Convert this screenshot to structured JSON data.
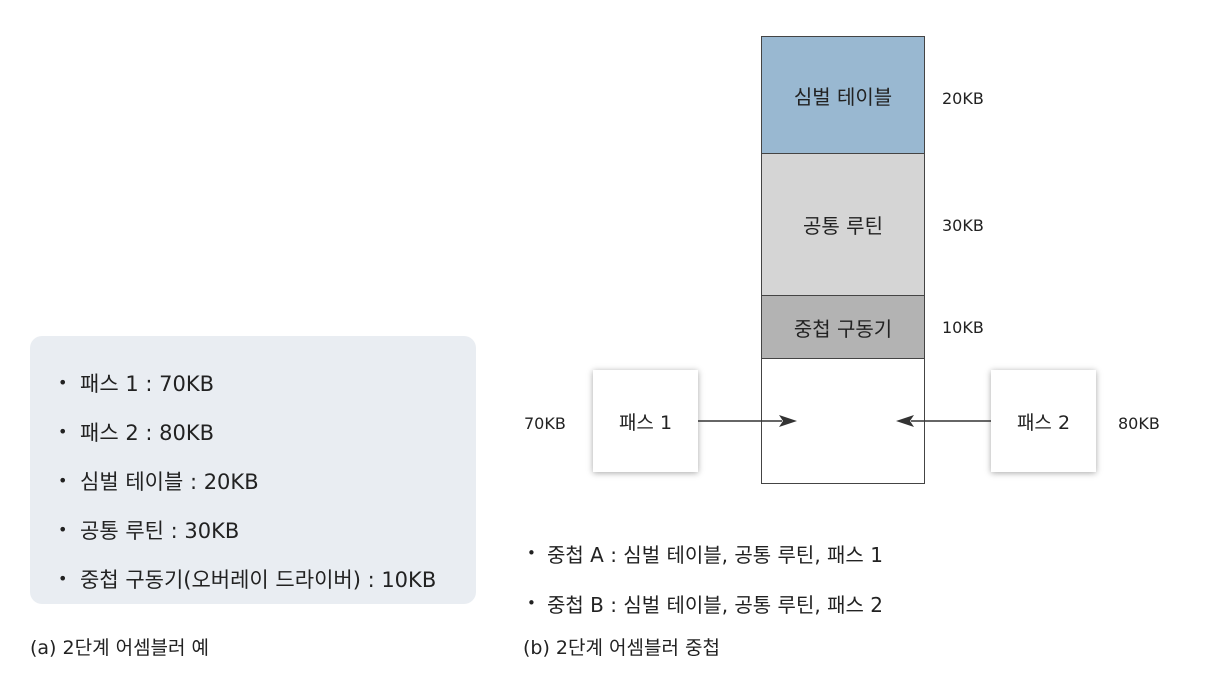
{
  "info_box": {
    "bullet": "•",
    "items": [
      "패스 1 : 70KB",
      "패스 2 : 80KB",
      "심벌 테이블 : 20KB",
      "공통 루틴 : 30KB",
      "중첩 구동기(오버레이 드라이버) : 10KB"
    ]
  },
  "caption_a": "(a) 2단계 어셈블러 예",
  "caption_b": "(b) 2단계 어셈블러 중첩",
  "memory": {
    "blocks": [
      {
        "label": "심벌 테이블",
        "size": "20KB",
        "color": "#99b8d1"
      },
      {
        "label": "공통 루틴",
        "size": "30KB",
        "color": "#d5d5d5"
      },
      {
        "label": "중첩 구동기",
        "size": "10KB",
        "color": "#b3b3b3"
      }
    ]
  },
  "pass1": {
    "label": "패스 1",
    "size": "70KB"
  },
  "pass2": {
    "label": "패스 2",
    "size": "80KB"
  },
  "overlays": {
    "bullet": "•",
    "items": [
      "중첩 A : 심벌 테이블, 공통 루틴, 패스 1",
      "중첩 B : 심벌 테이블, 공통 루틴, 패스 2"
    ]
  }
}
